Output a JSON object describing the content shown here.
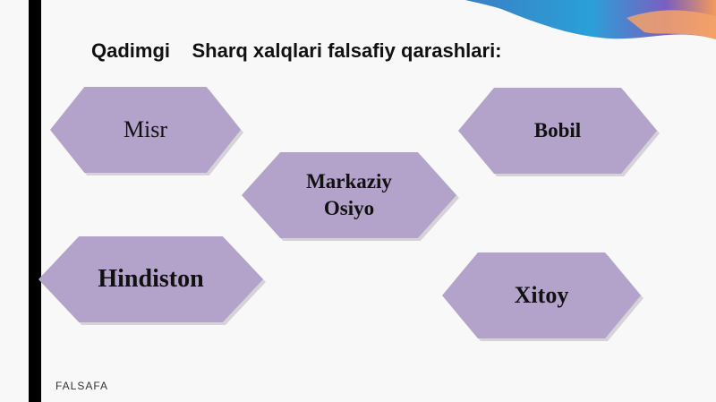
{
  "slide": {
    "title_part1": "Qadimgi",
    "title_part2": "Sharq xalqlari falsafiy qarashlari:",
    "regions": {
      "misr": "Misr",
      "bobil": "Bobil",
      "markaziy_line1": "Markaziy",
      "markaziy_line2": "Osiyo",
      "hindiston": "Hindiston",
      "xitoy": "Xitoy"
    },
    "footer": "FALSAFA"
  },
  "colors": {
    "hexagon_fill": "#b3a2c9",
    "left_bar": "#000000",
    "background": "#f8f8f8"
  }
}
